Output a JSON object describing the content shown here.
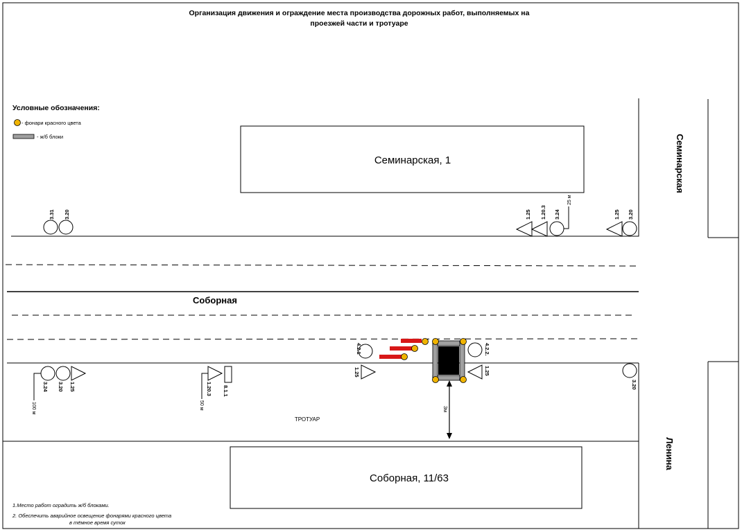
{
  "title": {
    "line1": "Организация движения и ограждение места производства дорожных работ, выполняемых на",
    "line2": "проезжей части и тротуаре"
  },
  "legend": {
    "heading": "Условные обозначения:",
    "lantern": "- фонари красного цвета",
    "block": "- ж/б блоки"
  },
  "buildings": {
    "seminarskaya_1": "Семинарская, 1",
    "sobornaya_11_63": "Соборная, 11/63"
  },
  "streets": {
    "sobornaya": "Соборная",
    "seminarskaya": "Семинарская",
    "lenina": "Ленина",
    "sidewalk": "ТРОТУАР"
  },
  "signs": {
    "s331": "3.31",
    "s320": "3.20",
    "s125": "1.25",
    "s1203": "1.20.3",
    "s324": "3.24",
    "s421": "4.2.1",
    "s422": "4.2.2.",
    "s811": "8.1.1"
  },
  "distances": {
    "d25": "25 м",
    "d100": "100 м",
    "d50": "50 м",
    "d3": "3м"
  },
  "notes": {
    "n1": "1.Место работ оградить ж/б блоками.",
    "n2": "2. Обеспечить аварийное освещение фонарями красного цвета",
    "n3": "в тёмное время суток"
  },
  "colors": {
    "lantern": "#f0b400",
    "block": "#a0a0a0",
    "barrier": "#d81818",
    "pit": "#000000"
  }
}
